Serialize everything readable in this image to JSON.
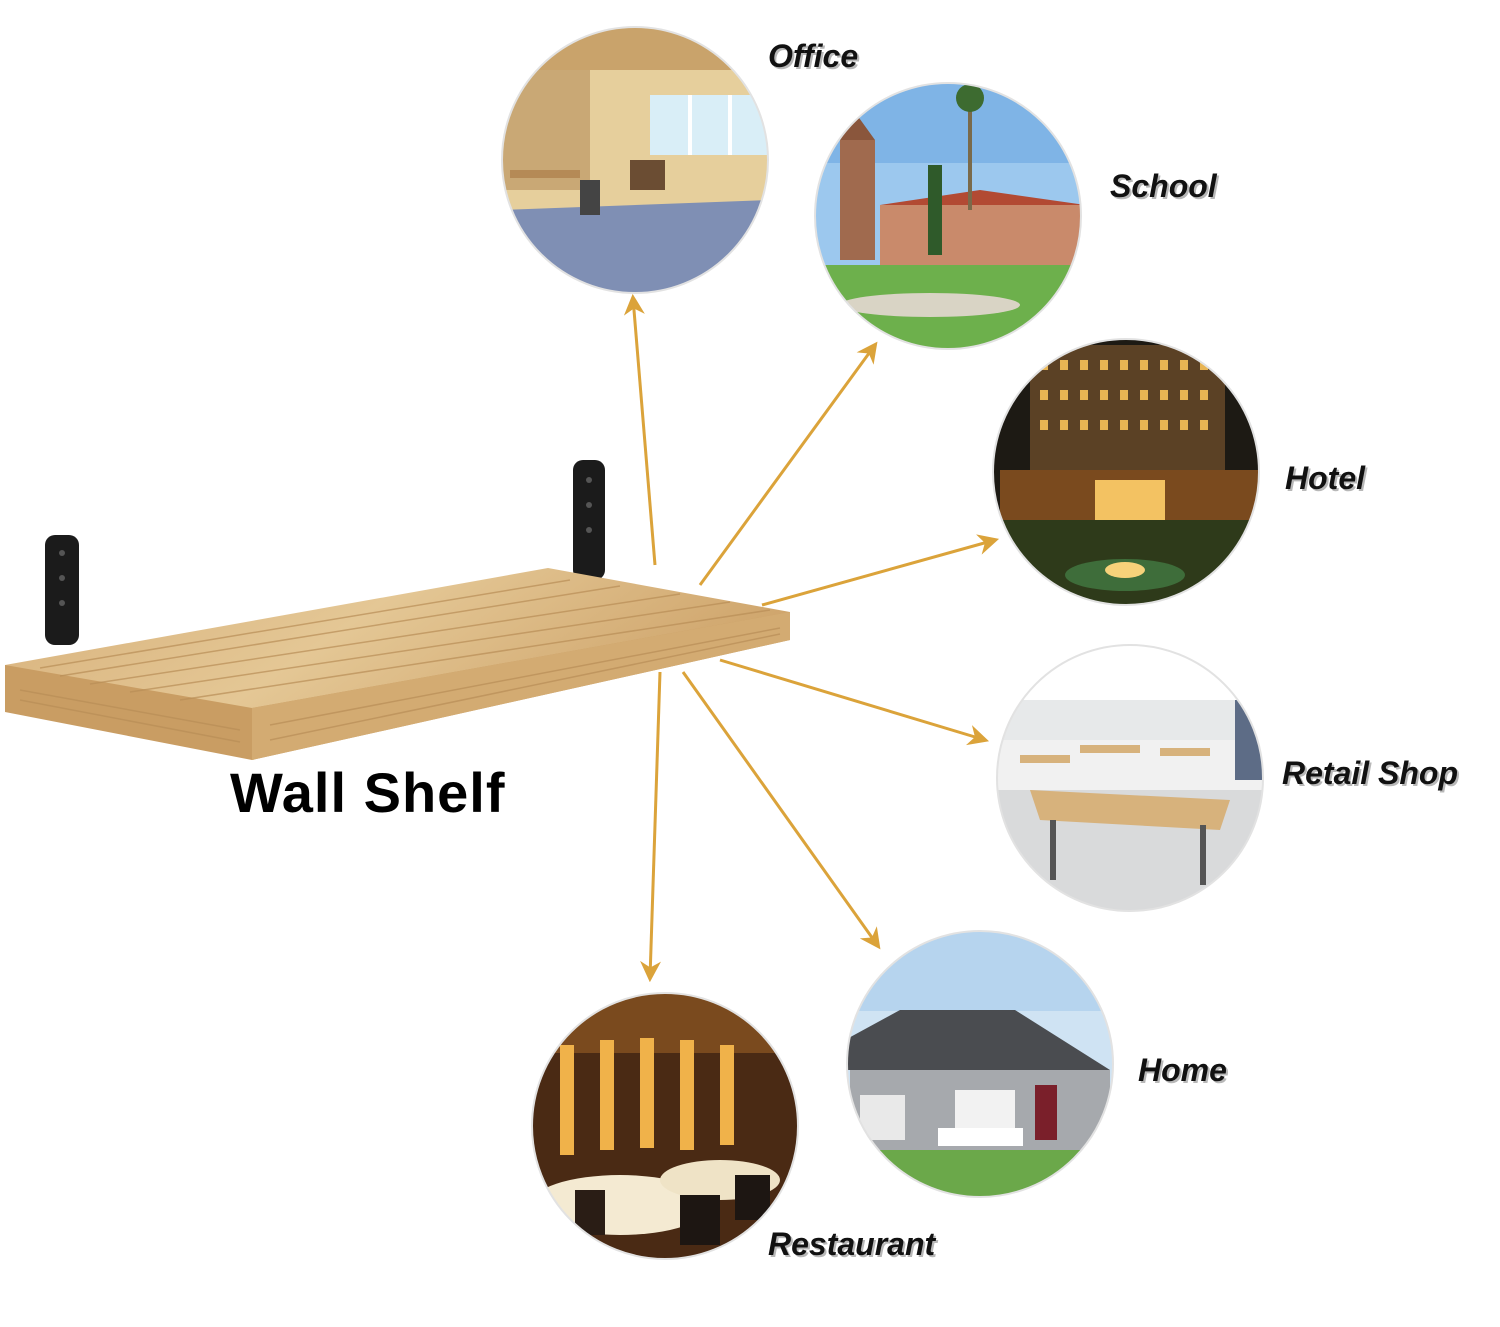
{
  "title": "Wall Shelf",
  "colors": {
    "arrow": "#dba33a",
    "wood": "#d8b27a",
    "bracket": "#1a1a1a"
  },
  "locations": [
    {
      "id": "office",
      "label": "Office",
      "icon": "office-scene"
    },
    {
      "id": "school",
      "label": "School",
      "icon": "school-scene"
    },
    {
      "id": "hotel",
      "label": "Hotel",
      "icon": "hotel-scene"
    },
    {
      "id": "retail",
      "label": "Retail Shop",
      "icon": "retail-shop-scene"
    },
    {
      "id": "home",
      "label": "Home",
      "icon": "home-scene"
    },
    {
      "id": "restaurant",
      "label": "Restaurant",
      "icon": "restaurant-scene"
    }
  ]
}
